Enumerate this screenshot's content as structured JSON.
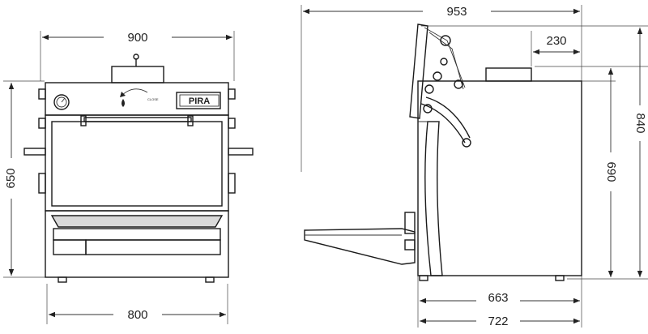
{
  "front_view": {
    "dim_top_width": "900",
    "dim_bottom_width": "800",
    "dim_left_height": "650",
    "control_label": "CLOSE",
    "logo_text": "PIRA"
  },
  "side_view": {
    "dim_overall_depth": "953",
    "dim_chimney_offset": "230",
    "dim_overall_height": "840",
    "dim_body_height": "690",
    "dim_body_depth": "663",
    "dim_base_depth": "722"
  }
}
